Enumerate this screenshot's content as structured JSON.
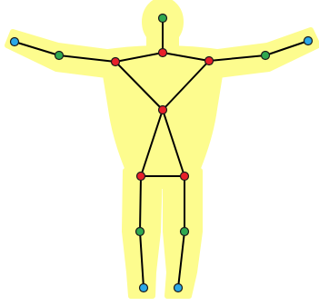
{
  "diagram": {
    "type": "skeleton-pose",
    "colors": {
      "background": "#ffffff",
      "silhouette": "#fdfc8e",
      "bone": "#000000",
      "joint_red": "#e8202a",
      "joint_green": "#2fa84f",
      "joint_blue": "#2aa8e8"
    },
    "joints": [
      {
        "id": "head",
        "color": "green"
      },
      {
        "id": "neck",
        "color": "red"
      },
      {
        "id": "right-shoulder",
        "color": "red"
      },
      {
        "id": "left-shoulder",
        "color": "red"
      },
      {
        "id": "right-elbow",
        "color": "green"
      },
      {
        "id": "left-elbow",
        "color": "green"
      },
      {
        "id": "right-wrist",
        "color": "blue"
      },
      {
        "id": "left-wrist",
        "color": "blue"
      },
      {
        "id": "torso",
        "color": "red"
      },
      {
        "id": "right-hip",
        "color": "red"
      },
      {
        "id": "left-hip",
        "color": "red"
      },
      {
        "id": "right-knee",
        "color": "green"
      },
      {
        "id": "left-knee",
        "color": "green"
      },
      {
        "id": "right-ankle",
        "color": "blue"
      },
      {
        "id": "left-ankle",
        "color": "blue"
      }
    ],
    "bones": [
      [
        "head",
        "neck"
      ],
      [
        "neck",
        "right-shoulder"
      ],
      [
        "neck",
        "left-shoulder"
      ],
      [
        "right-shoulder",
        "right-elbow"
      ],
      [
        "right-elbow",
        "right-wrist"
      ],
      [
        "left-shoulder",
        "left-elbow"
      ],
      [
        "left-elbow",
        "left-wrist"
      ],
      [
        "right-shoulder",
        "torso"
      ],
      [
        "left-shoulder",
        "torso"
      ],
      [
        "torso",
        "right-hip"
      ],
      [
        "torso",
        "left-hip"
      ],
      [
        "right-hip",
        "left-hip"
      ],
      [
        "right-hip",
        "right-knee"
      ],
      [
        "right-knee",
        "right-ankle"
      ],
      [
        "left-hip",
        "left-knee"
      ],
      [
        "left-knee",
        "left-ankle"
      ]
    ]
  }
}
